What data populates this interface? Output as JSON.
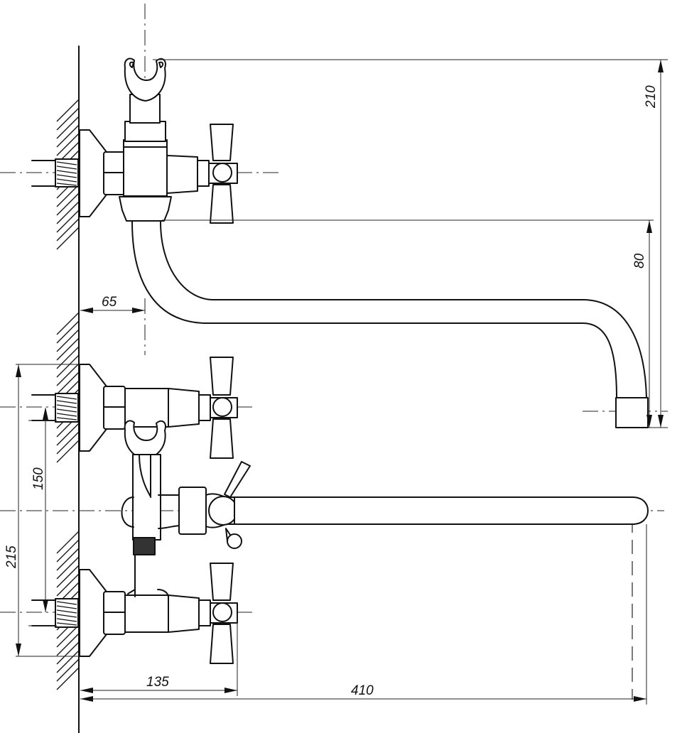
{
  "dimensions": {
    "d210": "210",
    "d80": "80",
    "d65": "65",
    "d150": "150",
    "d215": "215",
    "d135": "135",
    "d410": "410"
  }
}
